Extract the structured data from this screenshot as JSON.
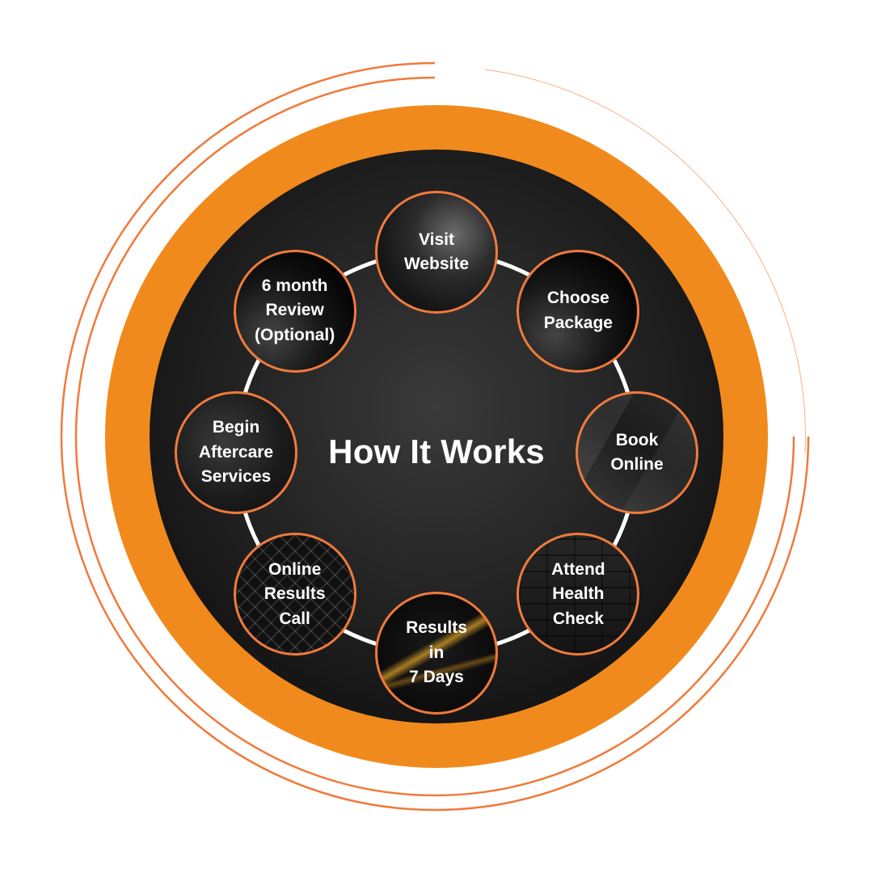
{
  "title": "How It Works",
  "colors": {
    "accent": "#f18a1c",
    "accent_line": "#f07a3c",
    "background_dark": "#1e1e1e",
    "connector": "#ffffff",
    "text": "#ffffff"
  },
  "steps": [
    {
      "label": "Visit\nWebsite",
      "texture": "smoke"
    },
    {
      "label": "Choose\nPackage",
      "texture": "silk"
    },
    {
      "label": "Book\nOnline",
      "texture": "poly"
    },
    {
      "label": "Attend\nHealth\nCheck",
      "texture": "brick"
    },
    {
      "label": "Results\nin\n7 Days",
      "texture": "gold"
    },
    {
      "label": "Online\nResults\nCall",
      "texture": "grid"
    },
    {
      "label": "Begin\nAftercare\nServices",
      "texture": "dark"
    },
    {
      "label": "6 month\nReview\n(Optional)",
      "texture": "silk"
    }
  ]
}
